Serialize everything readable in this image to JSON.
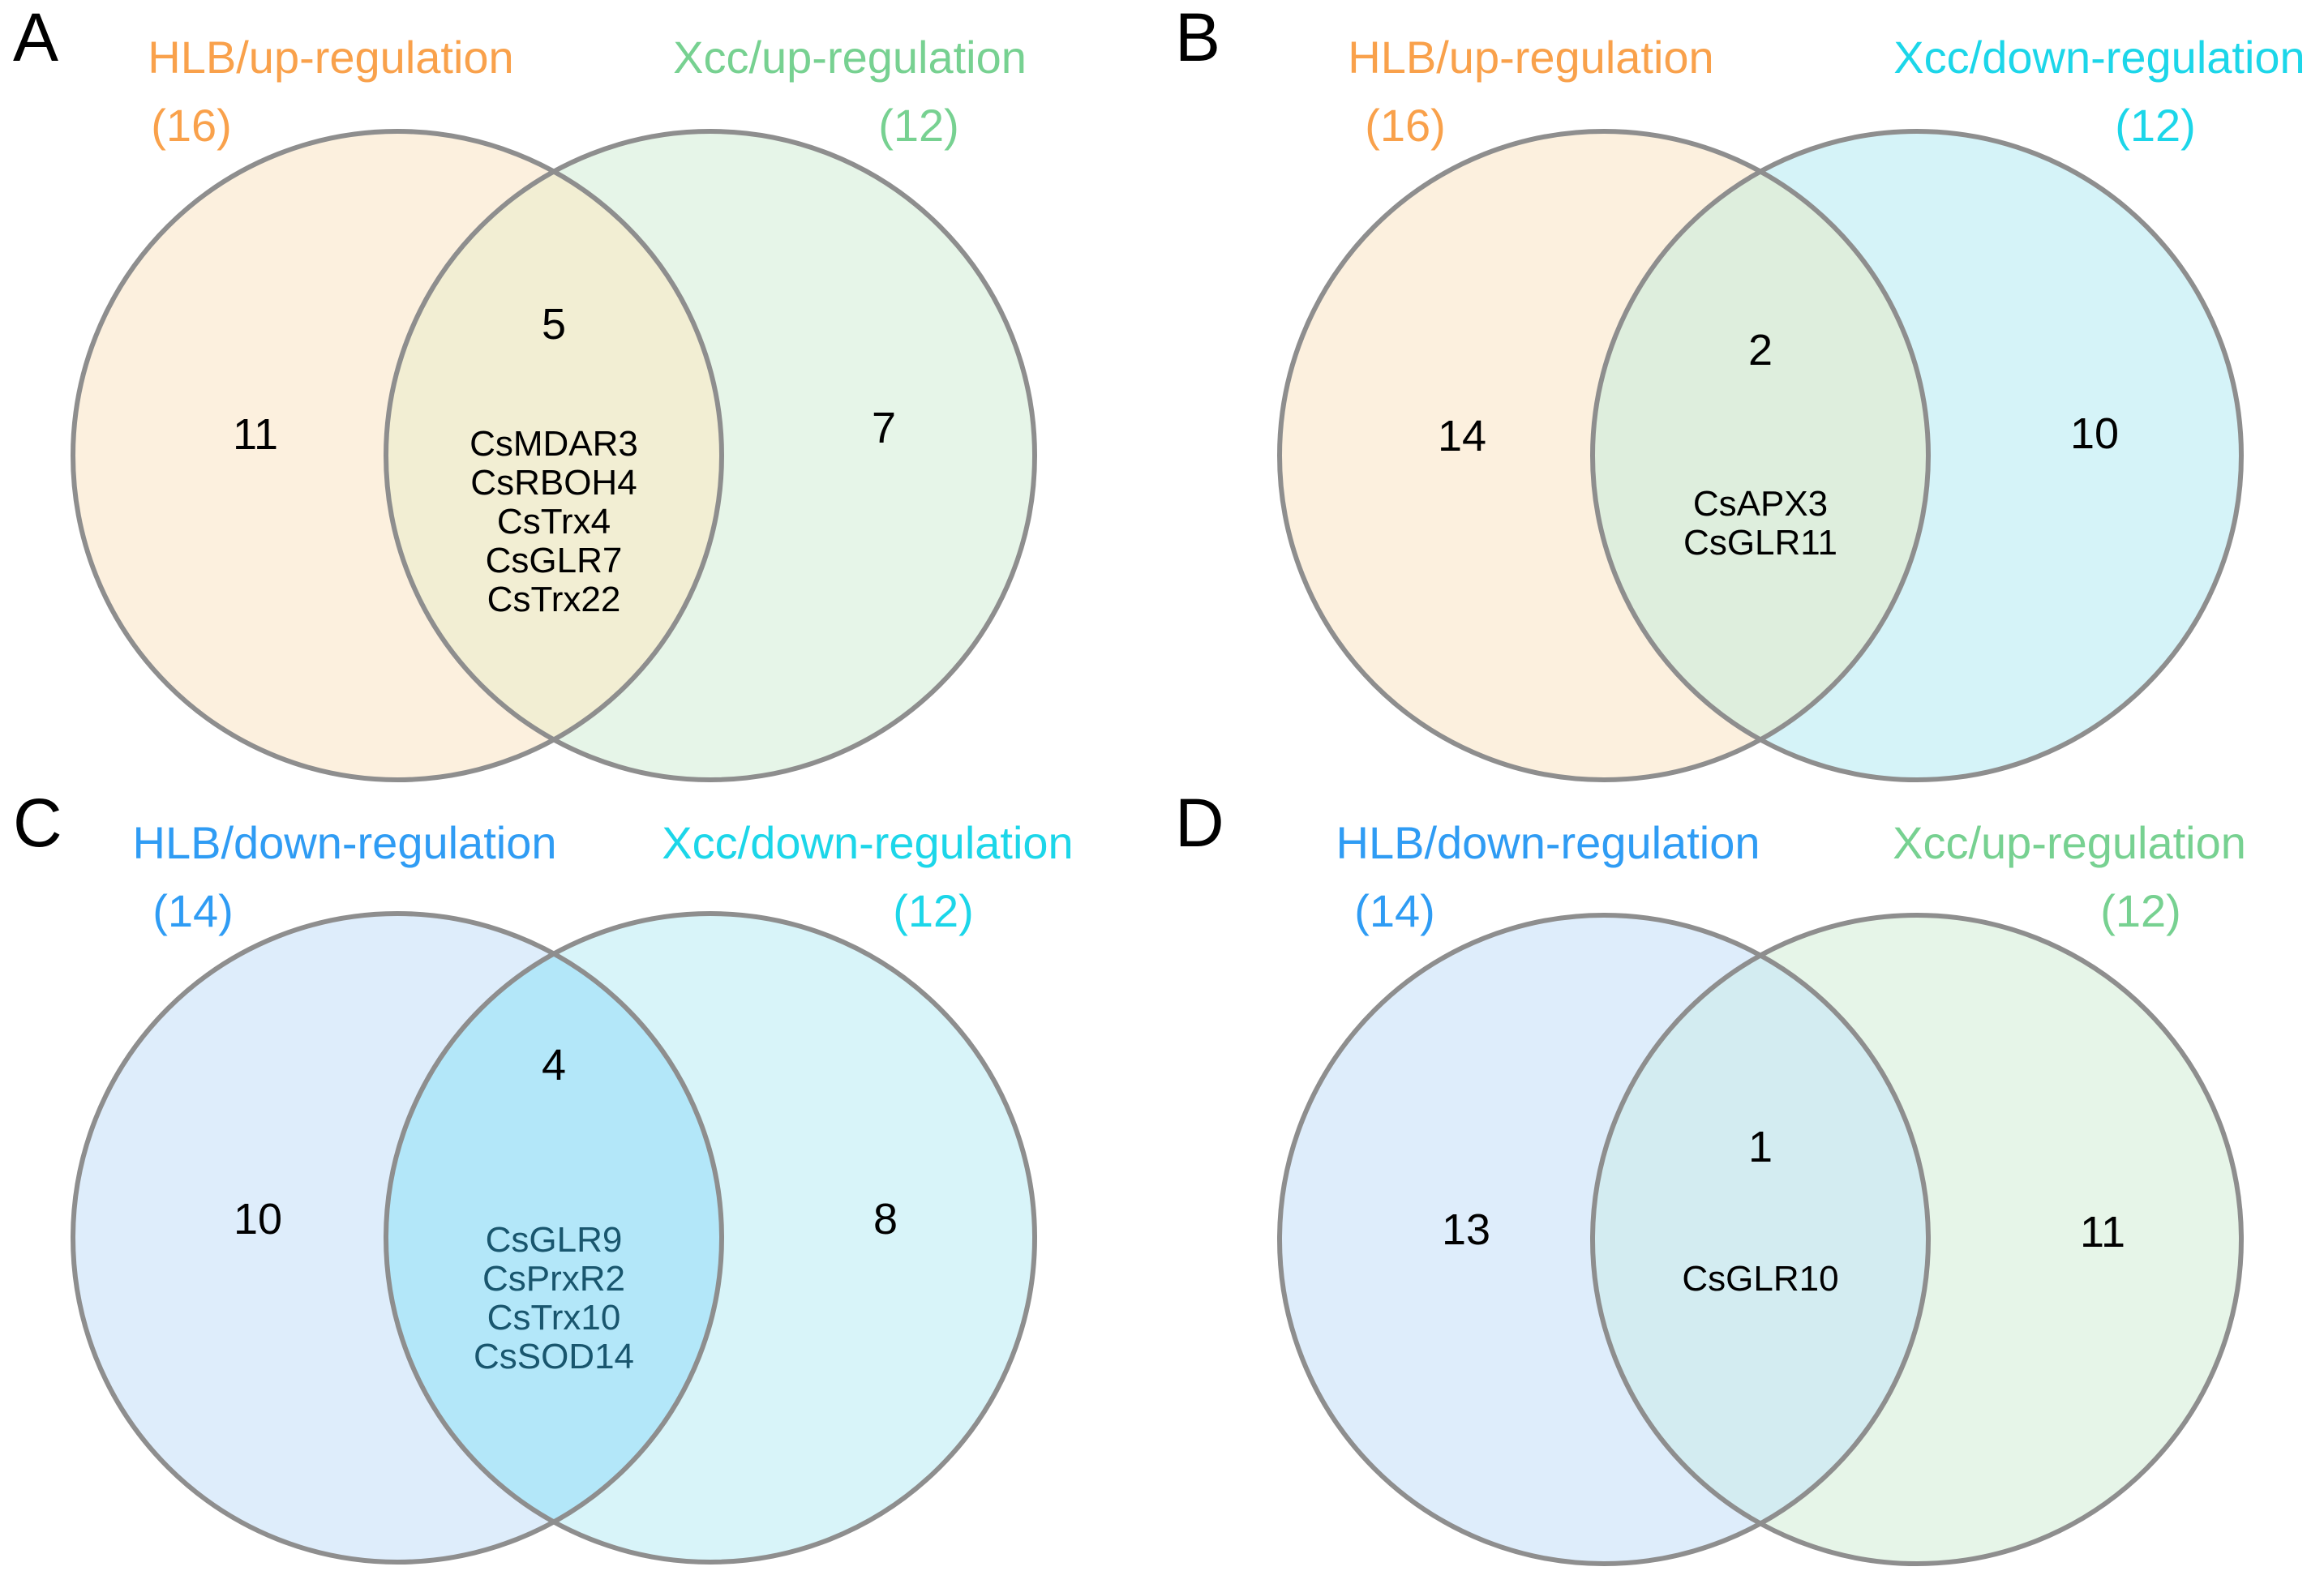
{
  "figure": {
    "panels": [
      {
        "label": "A",
        "left": {
          "title": "HLB/up-regulation",
          "count_label": "(16)",
          "only": "11",
          "color": "#F9A14B",
          "fill": "#FCF0DE"
        },
        "right": {
          "title": "Xcc/up-regulation",
          "count_label": "(12)",
          "only": "7",
          "color": "#77D191",
          "fill": "#E6F5E8"
        },
        "overlap": {
          "count": "5",
          "fill": "#F2EED3",
          "gene_color": "#000000",
          "genes": [
            "CsMDAR3",
            "CsRBOH4",
            "CsTrx4",
            "CsGLR7",
            "CsTrx22"
          ]
        },
        "stroke": "#8E8E8E"
      },
      {
        "label": "B",
        "left": {
          "title": "HLB/up-regulation",
          "count_label": "(16)",
          "only": "14",
          "color": "#F9A14B",
          "fill": "#FCF0DE"
        },
        "right": {
          "title": "Xcc/down-regulation",
          "count_label": "(12)",
          "only": "10",
          "color": "#1CD6E9",
          "fill": "#D5F3F8"
        },
        "overlap": {
          "count": "2",
          "fill": "#DEEEDD",
          "gene_color": "#000000",
          "genes": [
            "CsAPX3",
            "CsGLR11"
          ]
        },
        "stroke": "#8E8E8E"
      },
      {
        "label": "C",
        "left": {
          "title": "HLB/down-regulation",
          "count_label": "(14)",
          "only": "10",
          "color": "#2F9CF4",
          "fill": "#DEEDFB"
        },
        "right": {
          "title": "Xcc/down-regulation",
          "count_label": "(12)",
          "only": "8",
          "color": "#1CD6E9",
          "fill": "#D8F4F9"
        },
        "overlap": {
          "count": "4",
          "fill": "#B3E7F9",
          "gene_color": "#19566E",
          "genes": [
            "CsGLR9",
            "CsPrxR2",
            "CsTrx10",
            "CsSOD14"
          ]
        },
        "stroke": "#8E8E8E"
      },
      {
        "label": "D",
        "left": {
          "title": "HLB/down-regulation",
          "count_label": "(14)",
          "only": "13",
          "color": "#2F9CF4",
          "fill": "#DEEDFB"
        },
        "right": {
          "title": "Xcc/up-regulation",
          "count_label": "(12)",
          "only": "11",
          "color": "#77D191",
          "fill": "#E6F5E8"
        },
        "overlap": {
          "count": "1",
          "fill": "#D3ECF1",
          "gene_color": "#000000",
          "genes": [
            "CsGLR10"
          ]
        },
        "stroke": "#8E8E8E"
      }
    ]
  },
  "chart_data": [
    {
      "type": "venn",
      "panel": "A",
      "sets": [
        {
          "label": "HLB/up-regulation",
          "size": 16
        },
        {
          "label": "Xcc/up-regulation",
          "size": 12
        }
      ],
      "left_only": 11,
      "intersection": 5,
      "right_only": 7,
      "intersection_genes": [
        "CsMDAR3",
        "CsRBOH4",
        "CsTrx4",
        "CsGLR7",
        "CsTrx22"
      ]
    },
    {
      "type": "venn",
      "panel": "B",
      "sets": [
        {
          "label": "HLB/up-regulation",
          "size": 16
        },
        {
          "label": "Xcc/down-regulation",
          "size": 12
        }
      ],
      "left_only": 14,
      "intersection": 2,
      "right_only": 10,
      "intersection_genes": [
        "CsAPX3",
        "CsGLR11"
      ]
    },
    {
      "type": "venn",
      "panel": "C",
      "sets": [
        {
          "label": "HLB/down-regulation",
          "size": 14
        },
        {
          "label": "Xcc/down-regulation",
          "size": 12
        }
      ],
      "left_only": 10,
      "intersection": 4,
      "right_only": 8,
      "intersection_genes": [
        "CsGLR9",
        "CsPrxR2",
        "CsTrx10",
        "CsSOD14"
      ]
    },
    {
      "type": "venn",
      "panel": "D",
      "sets": [
        {
          "label": "HLB/down-regulation",
          "size": 14
        },
        {
          "label": "Xcc/up-regulation",
          "size": 12
        }
      ],
      "left_only": 13,
      "intersection": 1,
      "right_only": 11,
      "intersection_genes": [
        "CsGLR10"
      ]
    }
  ]
}
